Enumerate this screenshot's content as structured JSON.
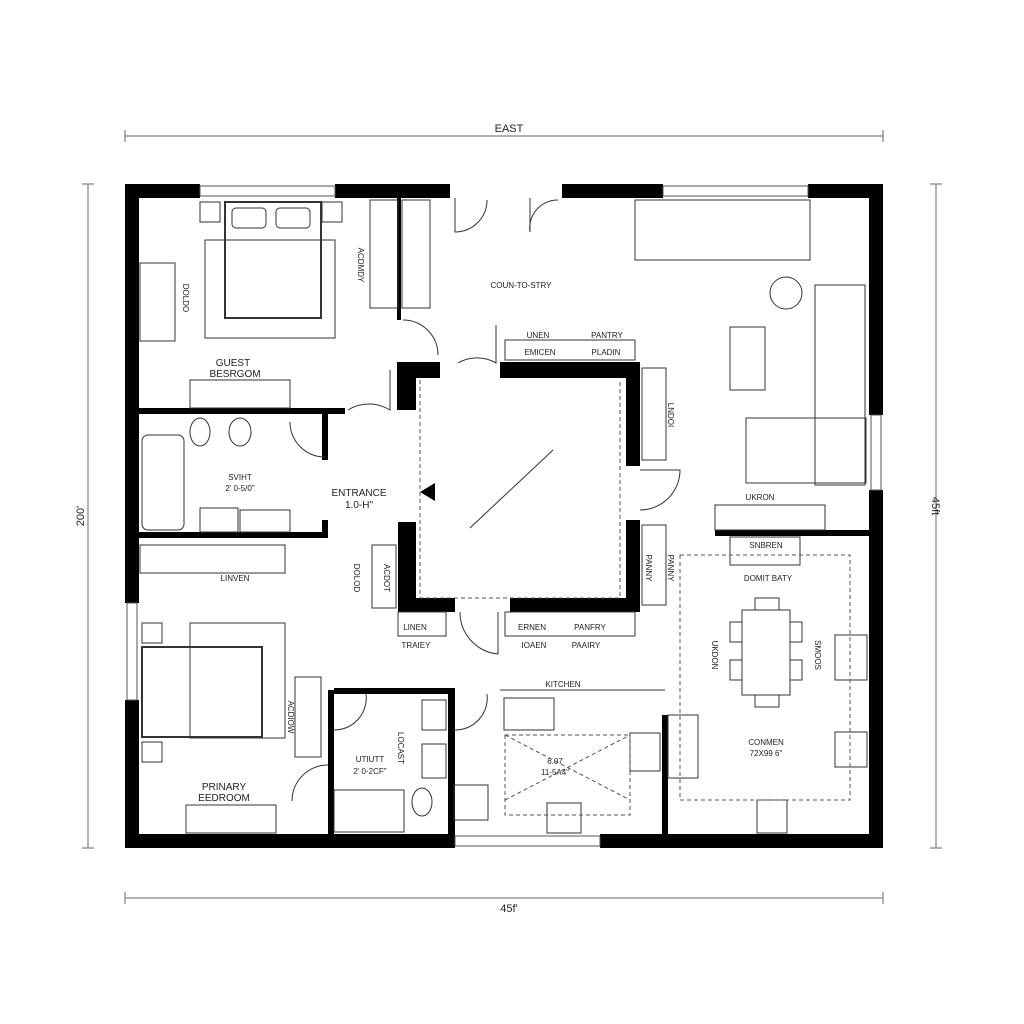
{
  "dimensions": {
    "top": "EAST",
    "left": "200'",
    "right": "45ft",
    "bottom": "45f'"
  },
  "rooms": {
    "guest_bedroom": [
      "GUEST",
      "BESRGOM"
    ],
    "guest_closet": "ACDMDY",
    "guest_dresser": "DOLDO",
    "bath": [
      "SVIHT",
      "2' 0-5/0\""
    ],
    "entrance": [
      "ENTRANCE",
      "1.0-H\""
    ],
    "linen_hall": "LINVEN",
    "country": "COUN-TO-STRY",
    "core_top": {
      "labels": [
        "UNEN",
        "PANTRY"
      ],
      "sublabels": [
        "EMICEN",
        "PLADIN"
      ]
    },
    "core_bottom": {
      "labels": [
        "LINEN",
        "ERNEN",
        "PANFRY"
      ],
      "sublabels": [
        "TRAIEY",
        "IOAEN",
        "PAAIRY"
      ]
    },
    "core_left": [
      "DOLOD",
      "ACDOT"
    ],
    "core_right_top": "LNDOI",
    "core_right_bottom": [
      "PANNY",
      "PANNY"
    ],
    "primary_bedroom": [
      "PRINARY",
      "EEDROOM"
    ],
    "primary_closet": "ACDIOW",
    "utility": [
      "UTIUTT",
      "2' 0-2CF\""
    ],
    "utility_side": "LOCAST",
    "kitchen": "KITCHEN",
    "kitchen_dim": [
      "6.07",
      "11-5A4\""
    ],
    "living_console": "UKRON",
    "sideboard": "SNBREN",
    "dining": "DOMIT BATY",
    "dining_left": "UKDON",
    "dining_right": "SMOOS",
    "common": [
      "CONMEN",
      "72X99 6\""
    ]
  }
}
